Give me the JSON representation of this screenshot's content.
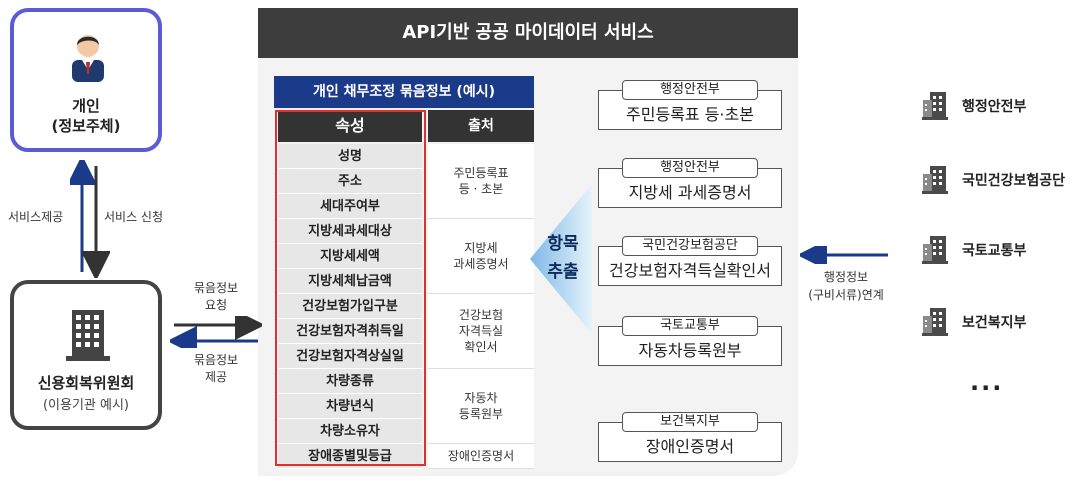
{
  "header_title": "API기반 공공 마이데이터 서비스",
  "person": {
    "name_line1": "개인",
    "name_line2": "(정보주체)"
  },
  "institution": {
    "name": "신용회복위원회",
    "sub": "(이용기관 예시)"
  },
  "vertical_labels": {
    "left": "서비스제공",
    "right": "서비스 신청"
  },
  "request_label": {
    "line1": "묶음정보",
    "line2": "요청"
  },
  "provide_label": {
    "line1": "묶음정보",
    "line2": "제공"
  },
  "bundle_table": {
    "title": "개인 채무조정  묶음정보 (예시)",
    "attr_header": "속성",
    "source_header": "출처",
    "attributes": [
      "성명",
      "주소",
      "세대주여부",
      "지방세과세대상",
      "지방세세액",
      "지방세체납금액",
      "건강보험가입구분",
      "건강보험자격취득일",
      "건강보험자격상실일",
      "차량종류",
      "차량년식",
      "차량소유자",
      "장애종별및등급"
    ],
    "sources": [
      {
        "label": "주민등록표\n등 · 초본"
      },
      {
        "label": "지방세\n과세증명서"
      },
      {
        "label": "건강보험\n자격득실\n확인서"
      },
      {
        "label": "자동차\n등록원부"
      },
      {
        "label": "장애인증명서"
      }
    ]
  },
  "extract": {
    "line1": "항목",
    "line2": "추출"
  },
  "documents": [
    {
      "agency": "행정안전부",
      "doc": "주민등록표 등·초본"
    },
    {
      "agency": "행정안전부",
      "doc": "지방세 과세증명서"
    },
    {
      "agency": "국민건강보험공단",
      "doc": "건강보험자격득실확인서"
    },
    {
      "agency": "국토교통부",
      "doc": "자동차등록원부"
    },
    {
      "agency": "보건복지부",
      "doc": "장애인증명서"
    }
  ],
  "link_label": {
    "line1": "행정정보",
    "line2": "(구비서류)연계"
  },
  "agencies": [
    "행정안전부",
    "국민건강보험공단",
    "국토교통부",
    "보건복지부"
  ],
  "more": "...",
  "icons": {
    "person": "person-icon",
    "institution": "building-icon",
    "agency": "building-icon",
    "extract": "chevron-arrow"
  },
  "colors": {
    "person_border": "#5b5bd6",
    "table_title_bg": "#1c3a8a",
    "arrow_blue": "#1c3a8a",
    "attr_frame": "#e03030",
    "header_bg": "#3d3d3d",
    "extract_gradient_light": "#cfe8f5",
    "extract_gradient_mid": "#7fb8e6"
  }
}
